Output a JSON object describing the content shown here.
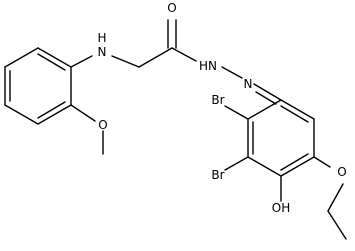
{
  "molecule": {
    "atoms": {
      "o_carbonyl": "O",
      "nh_amine": "H\nN",
      "nh_hydrazide": "HN",
      "n_imine": "N",
      "o_methoxy": "O",
      "br_upper": "Br",
      "br_lower": "Br",
      "oh": "OH",
      "o_ethoxy": "O"
    }
  }
}
